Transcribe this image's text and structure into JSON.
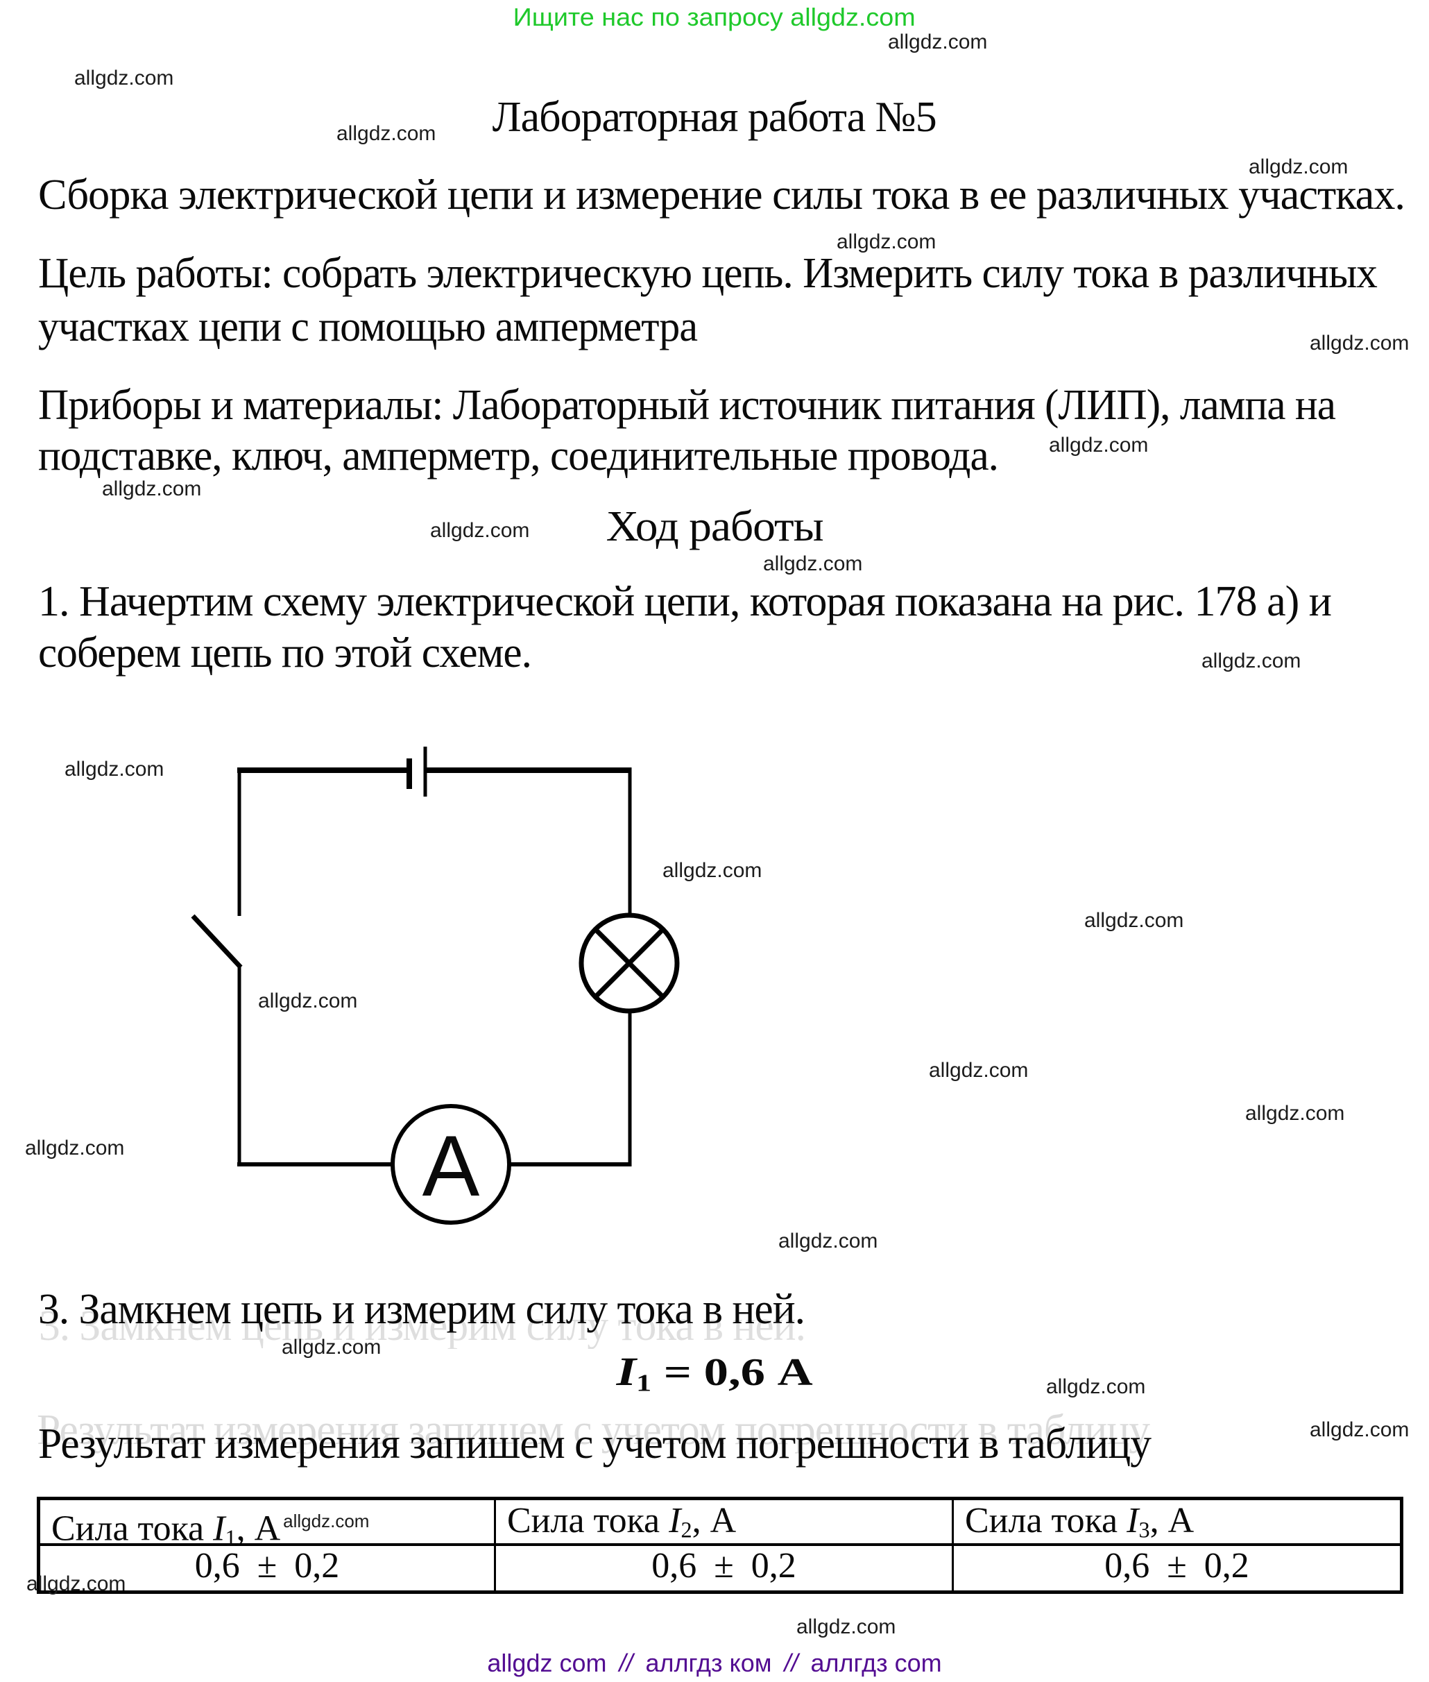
{
  "page": {
    "promo_header": "Ищите нас по запросу allgdz.com",
    "watermark": "allgdz.com",
    "footer": {
      "part1": "allgdz com",
      "separator": "//",
      "part2": "аллгдз ком",
      "part3": "аллгдз com"
    }
  },
  "colors": {
    "promo_green": "#1fc92b",
    "footer_purple": "#530d92",
    "ink": "#000000"
  },
  "document": {
    "title": "Лабораторная работа №5",
    "subtitle": "Сборка электрической цепи и измерение силы тока в ее различных участках.",
    "goal": {
      "line1": "Цель работы: собрать электрическую цепь. Измерить силу тока в различных",
      "line2": "участках цепи с помощью амперметра"
    },
    "materials": {
      "line1": "Приборы и материалы: Лабораторный источник питания (ЛИП), лампа на",
      "line2": "подставке, ключ, амперметр, соединительные провода."
    },
    "procedure_heading": "Ход работы",
    "step1": {
      "line1": "1. Начертим схему электрической цепи, которая показана на рис. 178 а) и",
      "line2": "соберем цепь по этой схеме."
    },
    "step3": "3. Замкнем цепь и измерим силу тока в ней.",
    "formula": {
      "symbol": "I",
      "subscript": "1",
      "rest": " = 0,6 А"
    },
    "result_note": "Результат измерения запишем с учетом погрешности в таблицу"
  },
  "diagram": {
    "ammeter_label": "A"
  },
  "table": {
    "columns": [
      {
        "prefix": "Сила тока ",
        "symbol": "I",
        "subscript": "1",
        "suffix": ", А",
        "value": "0,6 ± 0,2"
      },
      {
        "prefix": "Сила тока ",
        "symbol": "I",
        "subscript": "2",
        "suffix": ", А",
        "value": "0,6 ± 0,2"
      },
      {
        "prefix": "Сила тока ",
        "symbol": "I",
        "subscript": "3",
        "suffix": ", А",
        "value": "0,6 ± 0,2"
      }
    ]
  }
}
